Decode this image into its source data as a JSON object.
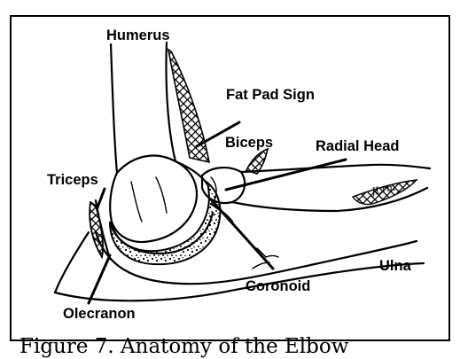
{
  "diagram": {
    "labels": {
      "humerus": "Humerus",
      "fat_pad_sign": "Fat Pad Sign",
      "biceps": "Biceps",
      "radial_head": "Radial Head",
      "triceps": "Triceps",
      "ulna": "Ulna",
      "coronoid": "Coronoid",
      "olecranon": "Olecranon"
    },
    "artist_signature": "JLrm",
    "caption": "Figure 7. Anatomy of the Elbow"
  }
}
